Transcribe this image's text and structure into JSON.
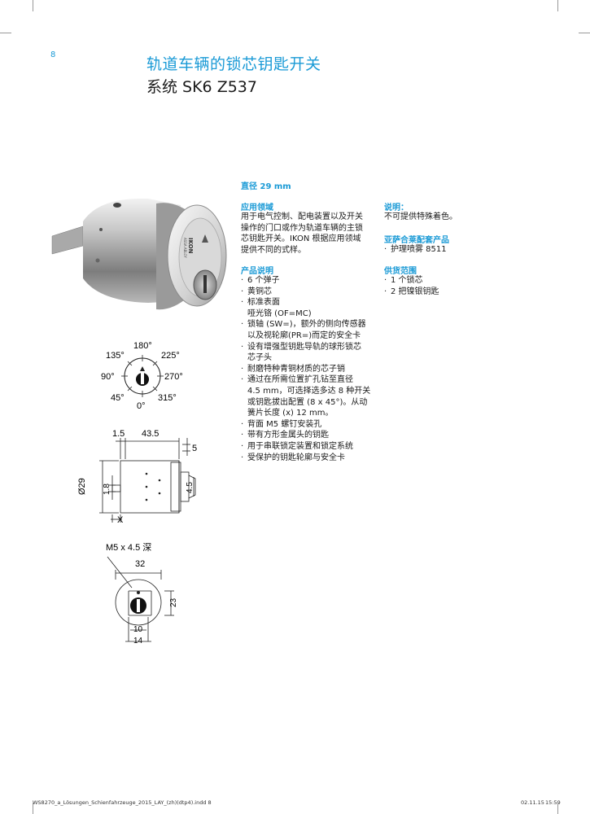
{
  "page": {
    "number": "8"
  },
  "header": {
    "title_cn": "轨道车辆的锁芯钥匙开关",
    "title_system": "系统 SK6 Z537"
  },
  "specs": {
    "diameter": "直径 29 mm",
    "application": {
      "heading": "应用领域",
      "lines": [
        "用于电气控制、配电装置以及开关",
        "操作的门口或作为轨道车辆的主锁",
        "芯钥匙开关。IKON 根据应用领域",
        "提供不同的式样。"
      ]
    },
    "product_desc": {
      "heading": "产品说明",
      "items": [
        {
          "text": "6 个弹子",
          "bullet": true
        },
        {
          "text": "黄铜芯",
          "bullet": true
        },
        {
          "text": "标准表面",
          "bullet": true
        },
        {
          "text": "哑光铬 (OF=MC)",
          "bullet": false
        },
        {
          "text": "锁轴 (SW=)，额外的侧向传感器",
          "bullet": true
        },
        {
          "text": "以及视轮廓(PR=)而定的安全卡",
          "bullet": false
        },
        {
          "text": "设有增强型钥匙导轨的球形锁芯",
          "bullet": true
        },
        {
          "text": "芯子头",
          "bullet": false
        },
        {
          "text": "耐磨特种青铜材质的芯子销",
          "bullet": true
        },
        {
          "text": "通过在所需位置扩孔钻至直径",
          "bullet": true
        },
        {
          "text": "4.5 mm，可选择选多达 8 种开关",
          "bullet": false
        },
        {
          "text": "或钥匙拔出配置 (8 x 45°)。从动",
          "bullet": false
        },
        {
          "text": "簧片长度 (x) 12 mm。",
          "bullet": false
        },
        {
          "text": "背面 M5 螺钉安装孔",
          "bullet": true
        },
        {
          "text": "带有方形金属头的钥匙",
          "bullet": true
        },
        {
          "text": "用于串联锁定装置和锁定系统",
          "bullet": true
        },
        {
          "text": "受保护的钥匙轮廓与安全卡",
          "bullet": true
        }
      ]
    },
    "note": {
      "heading": "说明：",
      "text": "不可提供特殊着色。"
    },
    "accessories": {
      "heading": "亚萨合莱配套产品",
      "items": [
        "护理喷雾 8511"
      ]
    },
    "scope": {
      "heading": "供货范围",
      "items": [
        "1 个锁芯",
        "2 把镍银钥匙"
      ]
    }
  },
  "figure": {
    "logo_text": "IKON",
    "logo_sub": "ASSA ABLOY"
  },
  "diagrams": {
    "angles": {
      "a180": "180°",
      "a135": "135°",
      "a225": "225°",
      "a90": "90°",
      "a270": "270°",
      "a45": "45°",
      "a315": "315°",
      "a0": "0°"
    },
    "side": {
      "d1": "1.5",
      "d2": "43.5",
      "d3": "5",
      "d4": "Ø29",
      "d5": "1.8",
      "d6": "4.5",
      "d7": "X"
    },
    "back": {
      "m5": "M5 x 4.5 深",
      "d32": "32",
      "d23": "23",
      "d10": "10",
      "d14": "14"
    }
  },
  "footer": {
    "file": "WS8270_a_Lösungen_Schienfahrzeuge_2015_LAY_(zh)(dtp4).indd   8",
    "date": "02.11.15",
    "time": "15:59"
  },
  "colors": {
    "accent": "#1a9ad6"
  }
}
